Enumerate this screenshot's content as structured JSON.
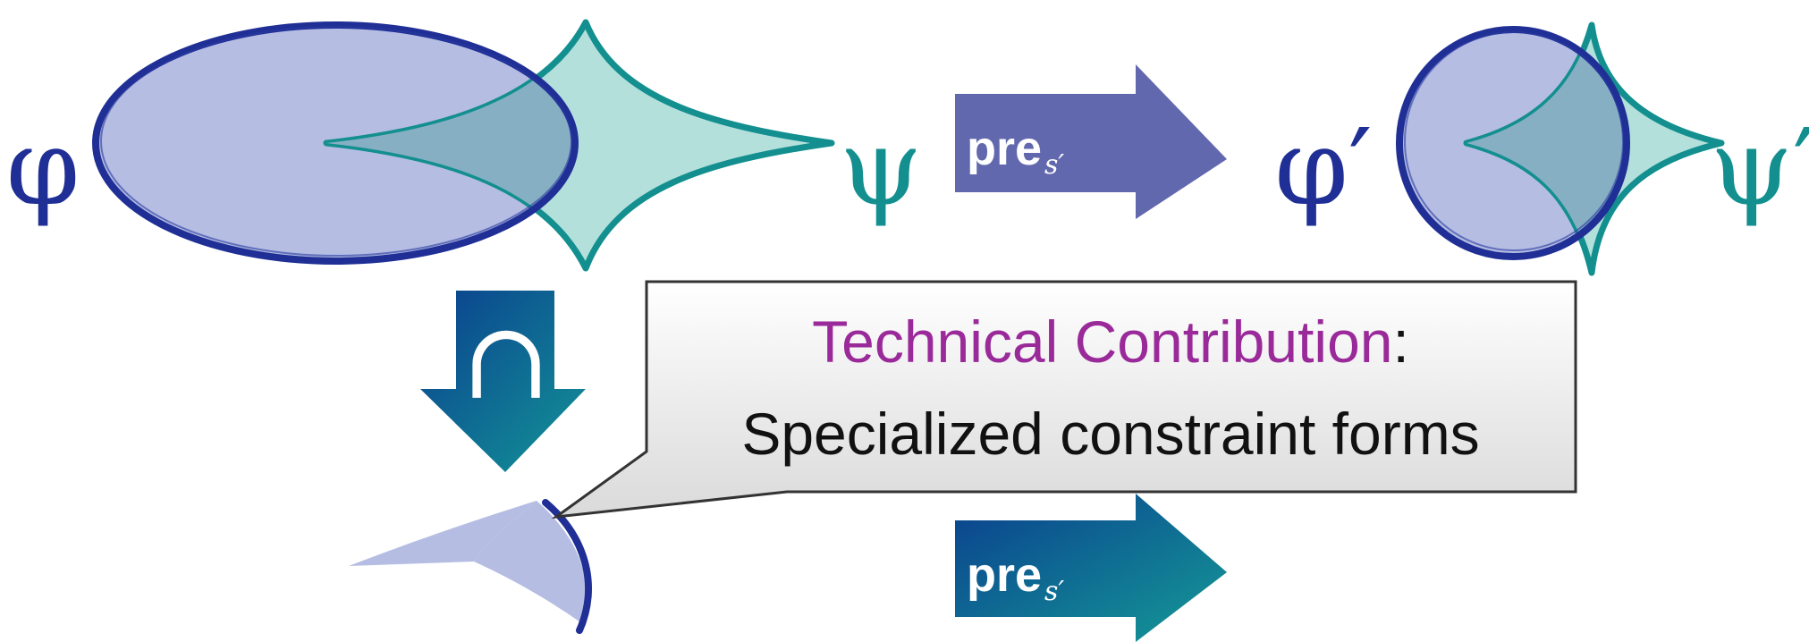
{
  "symbols": {
    "phi": "φ",
    "psi": "ψ",
    "phi_prime": "φ′",
    "psi_prime": "ψ′"
  },
  "arrows": {
    "pre_top": {
      "main": "pre",
      "subscript": "s′"
    },
    "pre_bottom": {
      "main": "pre",
      "subscript": "s′"
    },
    "intersect": "∩"
  },
  "callout": {
    "highlight": "Technical Contribution",
    "colon": ":",
    "line2": "Specialized constraint forms"
  },
  "colors": {
    "phi_fill": "#b5bde3",
    "phi_stroke": "#1f2f95",
    "psi_fill": "#b4e0dc",
    "psi_stroke": "#138f8f",
    "overlap_fill": "#86afc4",
    "pre_top_arrow": "#6268ad",
    "pre_bottom_arrow_a": "#0a3f8e",
    "pre_bottom_arrow_b": "#138e94",
    "highlight_text": "#9a2a9a",
    "phi_text": "#1f2f95",
    "psi_text": "#138f8f"
  }
}
